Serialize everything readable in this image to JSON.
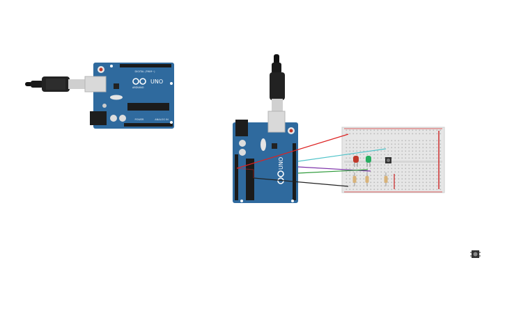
{
  "canvas": {
    "board_a": {
      "model": "UNO",
      "brand": "ARDUINO",
      "header_top": "DIGITAL (PWM~)",
      "header_power": "POWER",
      "header_analog": "ANALOG IN"
    },
    "board_b": {
      "model": "UNO",
      "brand": "ARDUINO"
    },
    "breadboard": {
      "leds": [
        {
          "color": "#c0392b"
        },
        {
          "color": "#27ae60"
        }
      ],
      "wires": [
        {
          "color": "#d22"
        },
        {
          "color": "#4fc3c9"
        },
        {
          "color": "#7b2fa8"
        },
        {
          "color": "#2e9a3a"
        },
        {
          "color": "#222222"
        }
      ]
    },
    "loose_button": {
      "icon": "pushbutton-icon"
    }
  }
}
